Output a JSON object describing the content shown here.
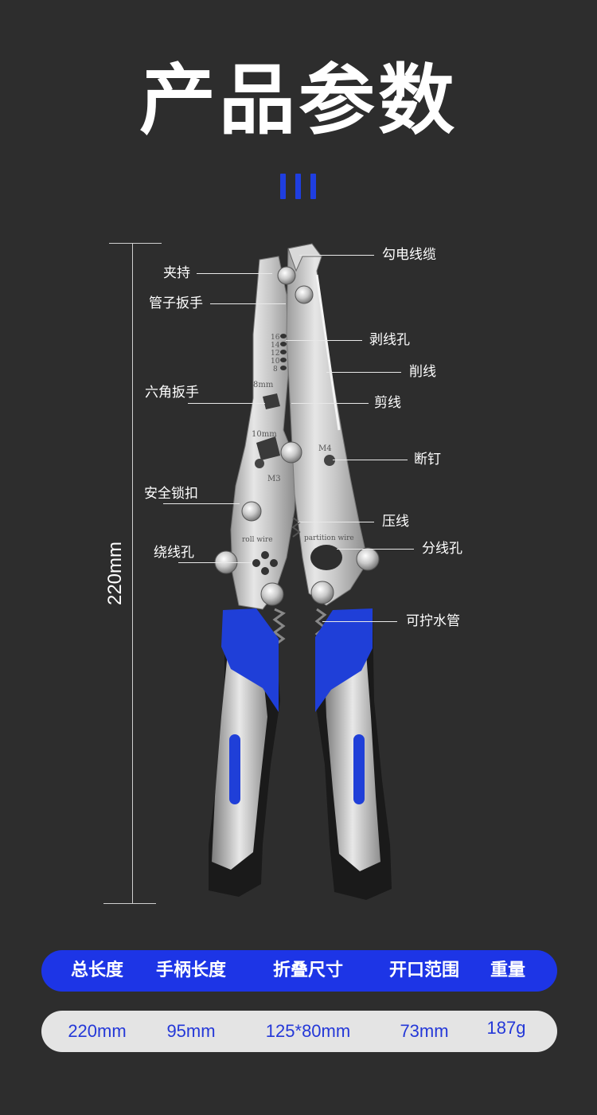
{
  "header": {
    "title": "产品参数"
  },
  "dimension": {
    "length_label": "220mm"
  },
  "callouts": {
    "gou_dian_xian_lan": "勾电线缆",
    "jia_chi": "夹持",
    "guan_zi_ban_shou": "管子扳手",
    "bo_xian_kong": "剥线孔",
    "xiao_xian": "削线",
    "liu_jiao_ban_shou": "六角扳手",
    "jian_xian": "剪线",
    "duan_ding": "断钉",
    "an_quan_suo_kou": "安全锁扣",
    "ya_xian": "压线",
    "rao_xian_kong": "绕线孔",
    "fen_xian_kong": "分线孔",
    "ke_ning_shui_guan": "可拧水管"
  },
  "tool_markings": {
    "gauges": [
      "16",
      "14",
      "12",
      "10",
      "8"
    ],
    "hex_8": "8mm",
    "hex_10": "10mm",
    "m4": "M4",
    "m3": "M3",
    "roll_wire": "roll wire",
    "partition_wire": "partition wire"
  },
  "specs": {
    "headers": [
      "总长度",
      "手柄长度",
      "折叠尺寸",
      "开口范围",
      "重量"
    ],
    "values": [
      "220mm",
      "95mm",
      "125*80mm",
      "73mm",
      "187g"
    ]
  },
  "colors": {
    "background": "#2d2d2d",
    "accent_blue": "#1d35e6",
    "value_text": "#2438d8",
    "value_bar": "#e4e4e4"
  }
}
